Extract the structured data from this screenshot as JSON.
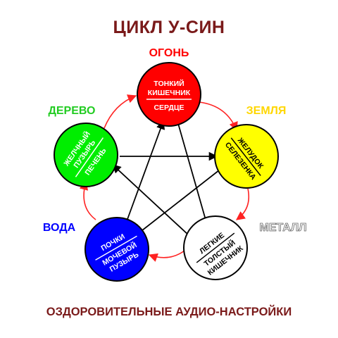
{
  "title": "ЦИКЛ У-СИН",
  "footer": "ОЗДОРОВИТЕЛЬНЫЕ АУДИО-НАСТРОЙКИ",
  "elements": {
    "fire": {
      "label": "ОГОНЬ",
      "label_color": "#ff0000",
      "fill": "#ff0000",
      "organ_top": [
        "ТОНКИЙ",
        "КИШЕЧНИК"
      ],
      "organ_bottom": [
        "СЕРДЦЕ"
      ],
      "text_color": "#ffffff"
    },
    "earth": {
      "label": "ЗЕМЛЯ",
      "label_color": "#ffd700",
      "fill": "#ffff00",
      "organ_top": [
        "ЖЕЛУДОК"
      ],
      "organ_bottom": [
        "СЕЛЕЗЕНКА"
      ],
      "text_color": "#000000"
    },
    "metal": {
      "label": "МЕТАЛЛ",
      "label_color": "#ffffff",
      "fill": "#ffffff",
      "organ_top": [
        "ЛЕГКИЕ"
      ],
      "organ_bottom": [
        "ТОЛСТЫЙ",
        "КИШЕЧНИК"
      ],
      "text_color": "#000000"
    },
    "water": {
      "label": "ВОДА",
      "label_color": "#0000ff",
      "fill": "#0000ff",
      "organ_top": [
        "ПОЧКИ"
      ],
      "organ_bottom": [
        "МОЧЕВОЙ",
        "ПУЗЫРЬ"
      ],
      "text_color": "#ffffff"
    },
    "wood": {
      "label": "ДЕРЕВО",
      "label_color": "#22cc22",
      "fill": "#00ee00",
      "organ_top": [
        "ЖЕЛЧНЫЙ",
        "ПУЗЫРЬ"
      ],
      "organ_bottom": [
        "ПЕЧЕНЬ"
      ],
      "text_color": "#ffffff"
    }
  },
  "colors": {
    "cycle_arrow": "#ff2222",
    "control_arrow": "#000000",
    "title": "#7a1a1a"
  }
}
